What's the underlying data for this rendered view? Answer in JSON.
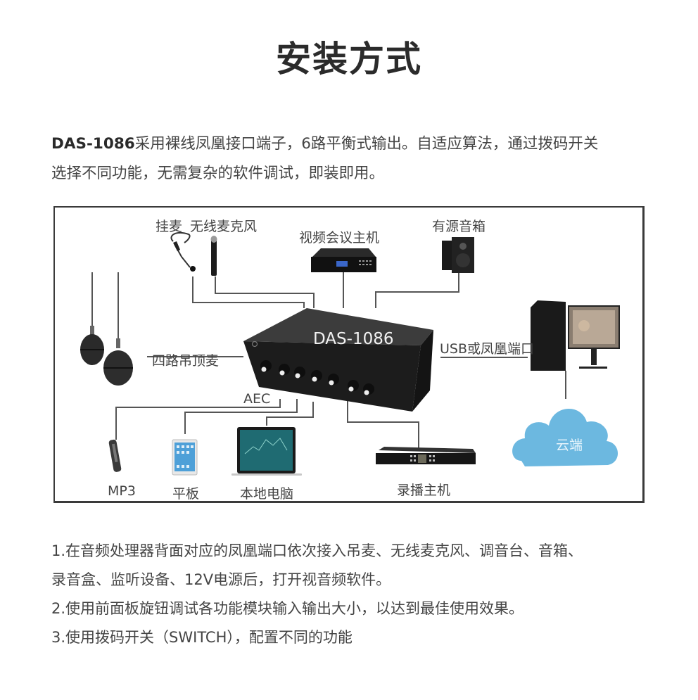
{
  "title": "安装方式",
  "intro": {
    "model": "DAS-1086",
    "line1_rest": "采用裸线凤凰接口端子，6路平衡式输出。自适应算法，通过拨码开关",
    "line2": "选择不同功能，无需复杂的软件调试，即装即用。"
  },
  "diagram": {
    "center_device": "DAS-1086",
    "labels": {
      "lapel_mic": "挂麦",
      "wireless_mic": "无线麦克风",
      "video_conf_host": "视频会议主机",
      "active_speaker": "有源音箱",
      "ceiling_mics": "四路吊顶麦",
      "usb_port": "USB或凤凰端口",
      "aec": "AEC",
      "mp3": "MP3",
      "tablet": "平板",
      "local_pc": "本地电脑",
      "recorder_host": "录播主机",
      "cloud": "云端"
    },
    "colors": {
      "cloud": "#6cb8e0",
      "device": "#1e1e1e",
      "line": "#555555"
    }
  },
  "steps": [
    "1.在音频处理器背面对应的凤凰端口依次接入吊麦、无线麦克风、调音台、音箱、",
    "录音盒、监听设备、12V电源后，打开视音频软件。",
    "2.使用前面板旋钮调试各功能模块输入输出大小，以达到最佳使用效果。",
    "3.使用拨码开关（SWITCH），配置不同的功能"
  ]
}
